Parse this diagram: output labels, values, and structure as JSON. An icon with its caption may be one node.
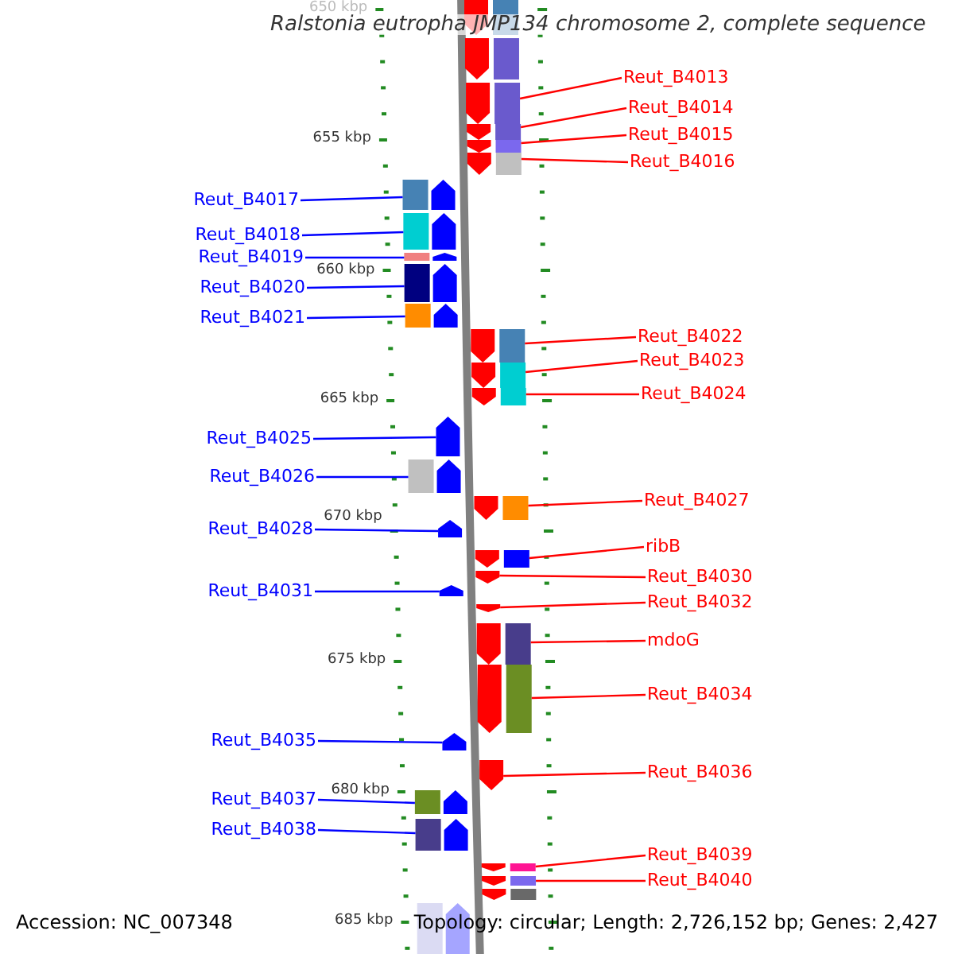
{
  "diagram": {
    "title": "Ralstonia eutropha JMP134 chromosome 2, complete sequence",
    "nodes": [
      {
        "text": [
          "Reut_B4013"
        ]
      },
      {
        "text": [
          "Reut_B4014"
        ]
      },
      {
        "text": [
          "Reut_B4015"
        ]
      },
      {
        "text": [
          "Reut_B4016"
        ]
      },
      {
        "text": [
          "Reut_B4017"
        ]
      },
      {
        "text": [
          "Reut_B4018"
        ]
      },
      {
        "text": [
          "Reut_B4019"
        ]
      },
      {
        "text": [
          "Reut_B4020"
        ]
      },
      {
        "text": [
          "Reut_B4021"
        ]
      },
      {
        "text": [
          "Reut_B4022"
        ]
      },
      {
        "text": [
          "Reut_B4023"
        ]
      },
      {
        "text": [
          "Reut_B4024"
        ]
      },
      {
        "text": [
          "Reut_B4025"
        ]
      },
      {
        "text": [
          "Reut_B4026"
        ]
      },
      {
        "text": [
          "Reut_B4027"
        ]
      },
      {
        "text": [
          "Reut_B4028"
        ]
      },
      {
        "text": [
          "ribB"
        ]
      },
      {
        "text": [
          "Reut_B4030"
        ]
      },
      {
        "text": [
          "Reut_B4031"
        ]
      },
      {
        "text": [
          "Reut_B4032"
        ]
      },
      {
        "text": [
          "mdoG"
        ]
      },
      {
        "text": [
          "Reut_B4034"
        ]
      },
      {
        "text": [
          "Reut_B4035"
        ]
      },
      {
        "text": [
          "Reut_B4036"
        ]
      },
      {
        "text": [
          "Reut_B4037"
        ]
      },
      {
        "text": [
          "Reut_B4038"
        ]
      },
      {
        "text": [
          "Reut_B4039"
        ]
      },
      {
        "text": [
          "Reut_B4040"
        ]
      },
      {
        "text": [],
        "shape": "arrow"
      },
      {
        "text": [],
        "shape": "arrow"
      },
      {
        "text": [],
        "shape": "arrow"
      },
      {
        "text": [],
        "shape": "arrow"
      },
      {
        "text": [],
        "shape": "arrow"
      },
      {
        "text": [],
        "shape": "arrow"
      },
      {
        "text": [],
        "shape": "arrow"
      },
      {
        "text": [],
        "shape": "arrow"
      },
      {
        "text": [],
        "shape": "arrow"
      },
      {
        "text": [],
        "shape": "arrow"
      },
      {
        "text": [],
        "shape": "arrow"
      },
      {
        "text": [],
        "shape": "arrow"
      },
      {
        "text": [],
        "shape": "arrow"
      },
      {
        "text": [],
        "shape": "arrow"
      },
      {
        "text": [],
        "shape": "arrow"
      },
      {
        "text": [],
        "shape": "arrow"
      },
      {
        "text": [],
        "shape": "arrow"
      },
      {
        "text": [],
        "shape": "arrow"
      },
      {
        "text": [],
        "shape": "arrow"
      },
      {
        "text": [],
        "shape": "arrow"
      },
      {
        "text": [],
        "shape": "arrow"
      },
      {
        "text": [],
        "shape": "arrow"
      },
      {
        "text": [],
        "shape": "arrow"
      },
      {
        "text": [],
        "shape": "arrow"
      },
      {
        "text": [],
        "shape": "arrow"
      },
      {
        "text": [],
        "shape": "arrow"
      },
      {
        "text": [],
        "shape": "arrow"
      },
      {
        "text": [],
        "shape": "arrow"
      },
      {
        "text": [],
        "shape": "arrow"
      },
      {
        "text": [],
        "shape": "arrow"
      },
      {
        "text": [],
        "shape": "arrow"
      },
      {
        "text": [],
        "shape": "arrow"
      }
    ],
    "edges": [
      {
        "from": 0,
        "to": 30,
        "arrow": "none"
      },
      {
        "from": 1,
        "to": 31,
        "arrow": "none"
      },
      {
        "from": 2,
        "to": 32,
        "arrow": "none"
      },
      {
        "from": 3,
        "to": 33,
        "arrow": "none"
      },
      {
        "from": 4,
        "to": 34,
        "arrow": "none",
        "color": "#0000ff"
      },
      {
        "from": 5,
        "to": 35,
        "arrow": "none",
        "color": "#0000ff"
      },
      {
        "from": 6,
        "to": 36,
        "arrow": "none",
        "color": "#0000ff"
      },
      {
        "from": 7,
        "to": 37,
        "arrow": "none",
        "color": "#0000ff"
      },
      {
        "from": 8,
        "to": 38,
        "arrow": "none",
        "color": "#0000ff"
      },
      {
        "from": 9,
        "to": 39,
        "arrow": "none"
      },
      {
        "from": 10,
        "to": 40,
        "arrow": "none"
      },
      {
        "from": 11,
        "to": 41,
        "arrow": "none"
      },
      {
        "from": 12,
        "to": 42,
        "arrow": "none",
        "color": "#0000ff"
      },
      {
        "from": 13,
        "to": 43,
        "arrow": "none",
        "color": "#0000ff"
      },
      {
        "from": 14,
        "to": 44,
        "arrow": "none"
      },
      {
        "from": 15,
        "to": 45,
        "arrow": "none",
        "color": "#0000ff"
      },
      {
        "from": 16,
        "to": 46,
        "arrow": "none"
      },
      {
        "from": 17,
        "to": 47,
        "arrow": "none"
      },
      {
        "from": 18,
        "to": 48,
        "arrow": "none",
        "color": "#0000ff"
      },
      {
        "from": 19,
        "to": 49,
        "arrow": "none"
      },
      {
        "from": 20,
        "to": 50,
        "arrow": "none"
      },
      {
        "from": 21,
        "to": 51,
        "arrow": "none"
      },
      {
        "from": 22,
        "to": 52,
        "arrow": "none",
        "color": "#0000ff"
      },
      {
        "from": 23,
        "to": 53,
        "arrow": "none"
      },
      {
        "from": 24,
        "to": 54,
        "arrow": "none",
        "color": "#0000ff"
      },
      {
        "from": 25,
        "to": 55,
        "arrow": "none",
        "color": "#0000ff"
      },
      {
        "from": 26,
        "to": 56,
        "arrow": "none"
      },
      {
        "from": 27,
        "to": 57,
        "arrow": "none"
      }
    ],
    "labels": [
      "650 kbp",
      "655 kbp",
      "660 kbp",
      "665 kbp",
      "670 kbp",
      "675 kbp",
      "680 kbp",
      "685 kbp",
      "Accession: NC_007348",
      "Topology: circular; Length: 2,726,152 bp; Genes: 2,427"
    ]
  }
}
